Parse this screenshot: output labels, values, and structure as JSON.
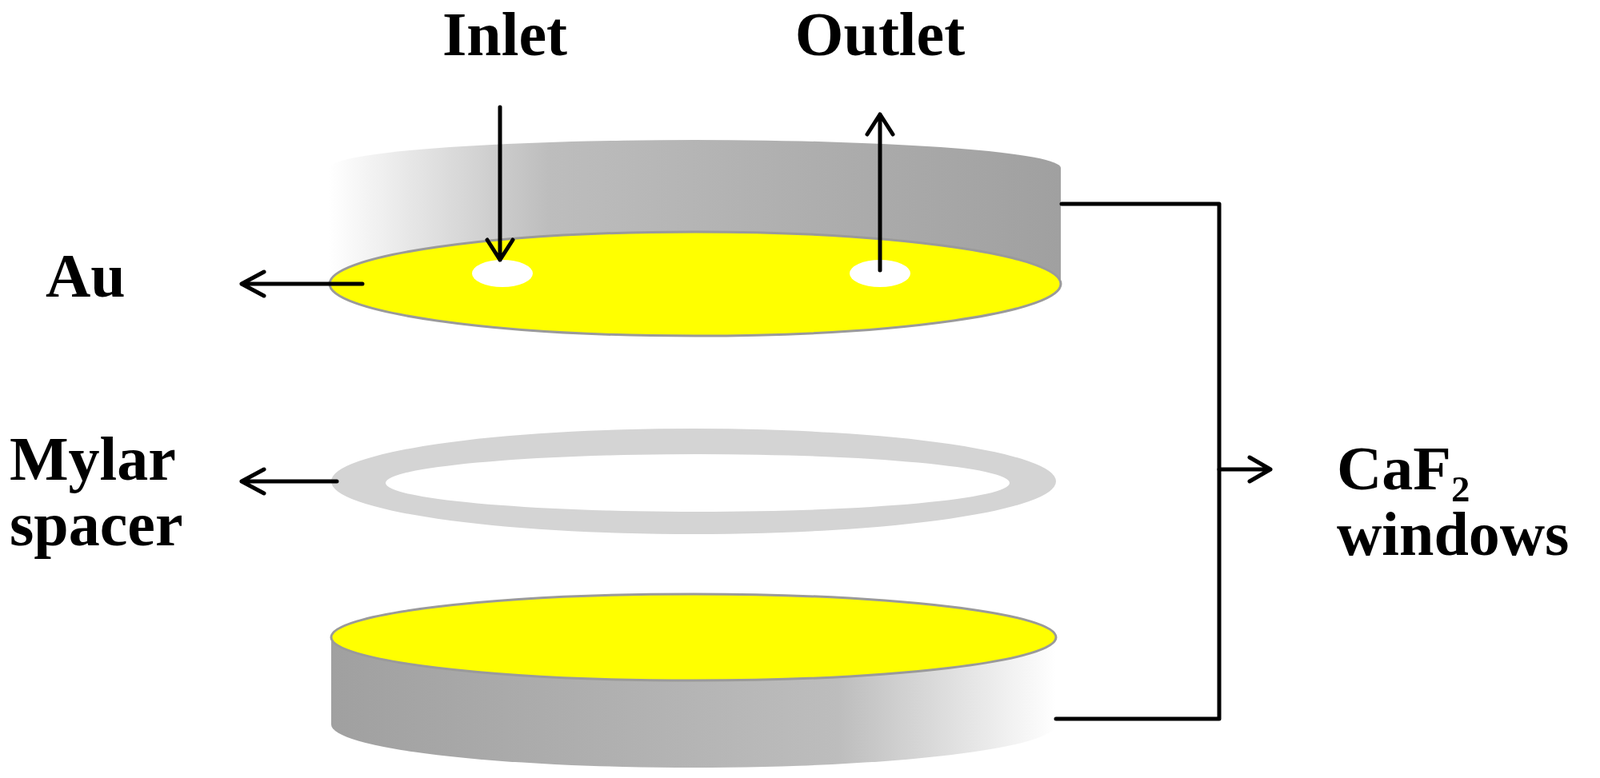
{
  "diagram": {
    "labels": [
      "Inlet",
      "Outlet",
      "Au",
      "Mylar spacer",
      "CaF₂ windows"
    ]
  }
}
